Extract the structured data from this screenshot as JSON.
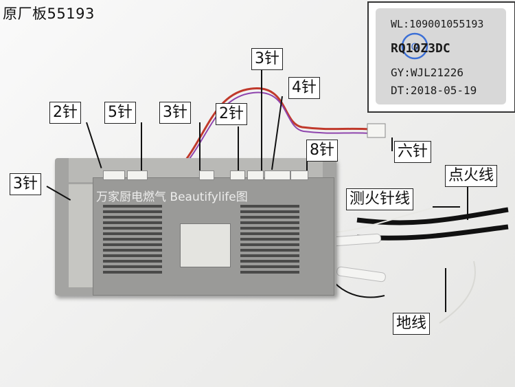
{
  "title": "原厂板55193",
  "labels": {
    "pins_2_left": "2针",
    "pins_5": "5针",
    "pins_3_center": "3针",
    "pins_2_mid": "2针",
    "pins_3_top": "3针",
    "pins_4": "4针",
    "pins_8": "8针",
    "pins_6": "六针",
    "pins_3_side": "3针",
    "ignition_wire": "点火线",
    "flame_sense_wire": "测火针线",
    "ground_wire": "地线"
  },
  "sticker": {
    "wl": "WL:109001055193",
    "model": "RQ10Z3DC",
    "gy": "GY:WJL21226",
    "dt": "DT:2018-05-19"
  },
  "watermark": "万家厨电燃气 Beautifylife图",
  "colors": {
    "board": "#a4a4a2",
    "sticker_bg": "#d8d8d8",
    "wire_black": "#111111",
    "wire_red": "#c0392b"
  }
}
